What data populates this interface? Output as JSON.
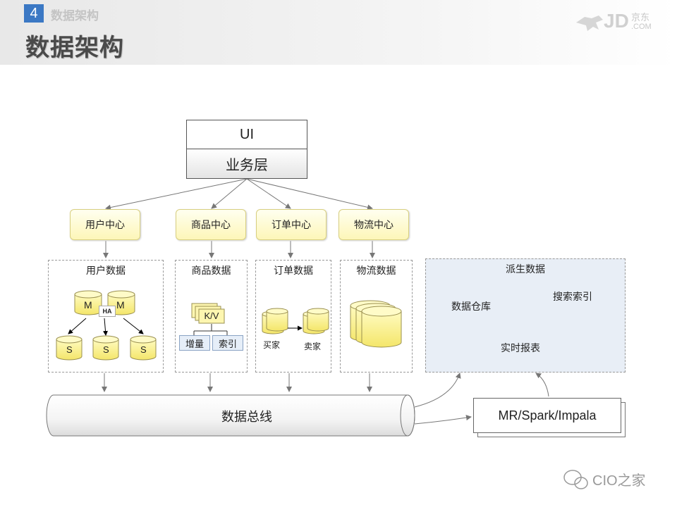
{
  "header": {
    "section_number": "4",
    "section_name": "数据架构",
    "page_title": "数据架构",
    "brand_jd": "JD",
    "brand_cn": "京东",
    "brand_com": ".COM"
  },
  "diagram": {
    "ui_label": "UI",
    "business_layer": "业务层",
    "centers": [
      "用户中心",
      "商品中心",
      "订单中心",
      "物流中心"
    ],
    "groups": {
      "user": {
        "title": "用户数据",
        "master": [
          "M",
          "M"
        ],
        "ha": "HA",
        "slaves": [
          "S",
          "S",
          "S"
        ]
      },
      "product": {
        "title": "商品数据",
        "kv": "K/V",
        "incremental": "增量",
        "index": "索引"
      },
      "order": {
        "title": "订单数据",
        "buyer": "买家",
        "seller": "卖家"
      },
      "logistics": {
        "title": "物流数据"
      },
      "derived": {
        "title": "派生数据",
        "warehouse": "数据仓库",
        "search_index": "搜索索引",
        "realtime_report": "实时报表"
      }
    },
    "data_bus": "数据总线",
    "compute": "MR/Spark/Impala"
  },
  "watermark": "CIO之家"
}
